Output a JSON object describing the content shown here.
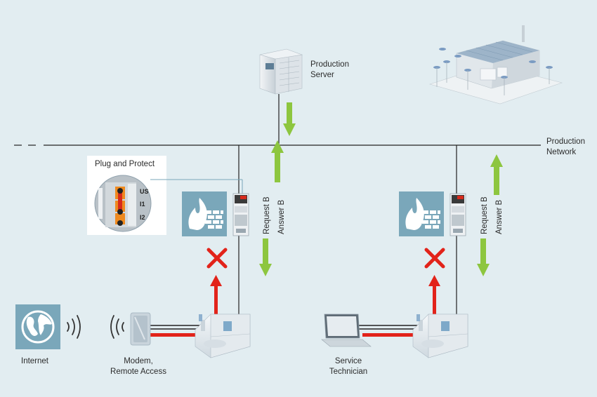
{
  "labels": {
    "production_server": [
      "Production",
      "Server"
    ],
    "production_network": [
      "Production",
      "Network"
    ],
    "plug_and_protect": "Plug and Protect",
    "request_b": "Request B",
    "answer_b": "Answer B",
    "internet": "Internet",
    "modem": [
      "Modem,",
      "Remote Access"
    ],
    "service_technician": [
      "Service",
      "Technician"
    ],
    "terminals": [
      "US",
      "I1",
      "I2"
    ]
  },
  "colors": {
    "background": "#e2edf1",
    "arrow_green": "#8dc63f",
    "blocked_red": "#e2231a",
    "firewall_tile": "#7aa7ba",
    "network_line": "#222222"
  },
  "icons": [
    "server-icon",
    "factory-icon",
    "firewall-icon",
    "security-router-icon",
    "blocked-x-icon",
    "globe-icon",
    "wireless-waves-icon",
    "modem-icon",
    "laptop-icon",
    "machine-icon"
  ]
}
